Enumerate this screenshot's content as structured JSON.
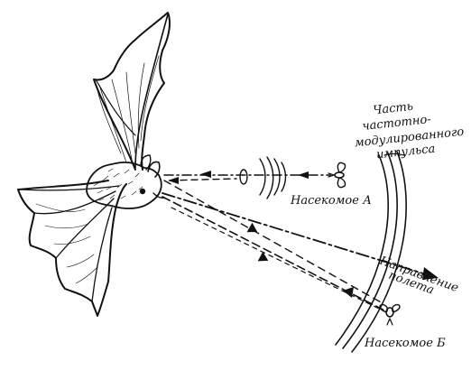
{
  "labels": {
    "pulse_line1": "Часть",
    "pulse_line2": "частотно-",
    "pulse_line3": "модулированного",
    "pulse_line4": "импульса",
    "insect_a": "Насекомое А",
    "flight_line1": "Направление",
    "flight_line2": "полета",
    "insect_b": "Насекомое Б"
  },
  "colors": {
    "ink": "#111111",
    "paper": "#ffffff"
  }
}
